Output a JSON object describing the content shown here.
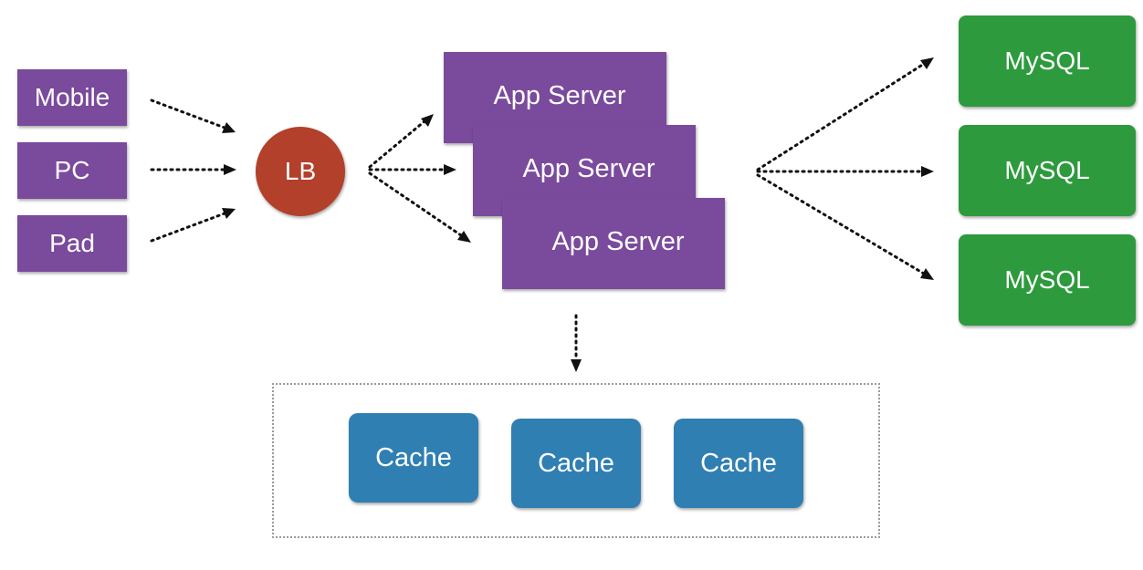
{
  "clients": [
    {
      "label": "Mobile"
    },
    {
      "label": "PC"
    },
    {
      "label": "Pad"
    }
  ],
  "load_balancer": {
    "label": "LB"
  },
  "app_servers": [
    {
      "label": "App Server"
    },
    {
      "label": "App Server"
    },
    {
      "label": "App Server"
    }
  ],
  "databases": [
    {
      "label": "MySQL"
    },
    {
      "label": "MySQL"
    },
    {
      "label": "MySQL"
    }
  ],
  "caches": [
    {
      "label": "Cache"
    },
    {
      "label": "Cache"
    },
    {
      "label": "Cache"
    }
  ],
  "colors": {
    "client": "#7a4a9c",
    "app_server": "#7a4a9c",
    "load_balancer": "#b2402a",
    "database": "#2e9a3e",
    "cache": "#2f7fb3"
  }
}
